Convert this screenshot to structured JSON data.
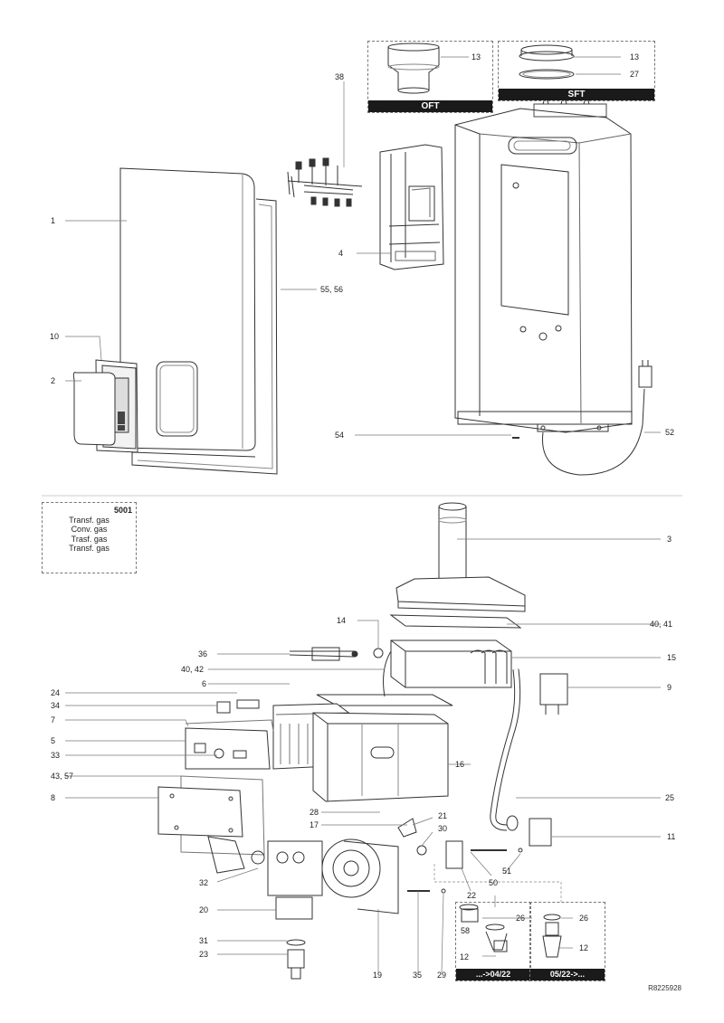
{
  "callouts": {
    "c1": "1",
    "c2": "2",
    "c3": "3",
    "c4": "4",
    "c5": "5",
    "c6": "6",
    "c7": "7",
    "c8": "8",
    "c9": "9",
    "c10": "10",
    "c11": "11",
    "c13a": "13",
    "c13b": "13",
    "c14": "14",
    "c15": "15",
    "c16": "16",
    "c17": "17",
    "c19": "19",
    "c20": "20",
    "c21": "21",
    "c22": "22",
    "c23": "23",
    "c24": "24",
    "c25": "25",
    "c26a": "26",
    "c26b": "26",
    "c12a": "12",
    "c12b": "12",
    "c27": "27",
    "c28": "28",
    "c29": "29",
    "c30": "30",
    "c31": "31",
    "c32": "32",
    "c33": "33",
    "c34": "34",
    "c35": "35",
    "c36": "36",
    "c38": "38",
    "c4042a": "40, 42",
    "c4041": "40, 41",
    "c4357": "43, 57",
    "c50": "50",
    "c51": "51",
    "c52": "52",
    "c54": "54",
    "c5556": "55, 56",
    "c58": "58"
  },
  "variants": {
    "oft": "OFT",
    "sft": "SFT",
    "before": "...->04/22",
    "after": "05/22->..."
  },
  "legend": {
    "code": "5001",
    "lines": [
      "Transf. gas",
      "Conv. gas",
      "Trasf. gas",
      "Transf. gas"
    ]
  },
  "reference": "R8225928"
}
